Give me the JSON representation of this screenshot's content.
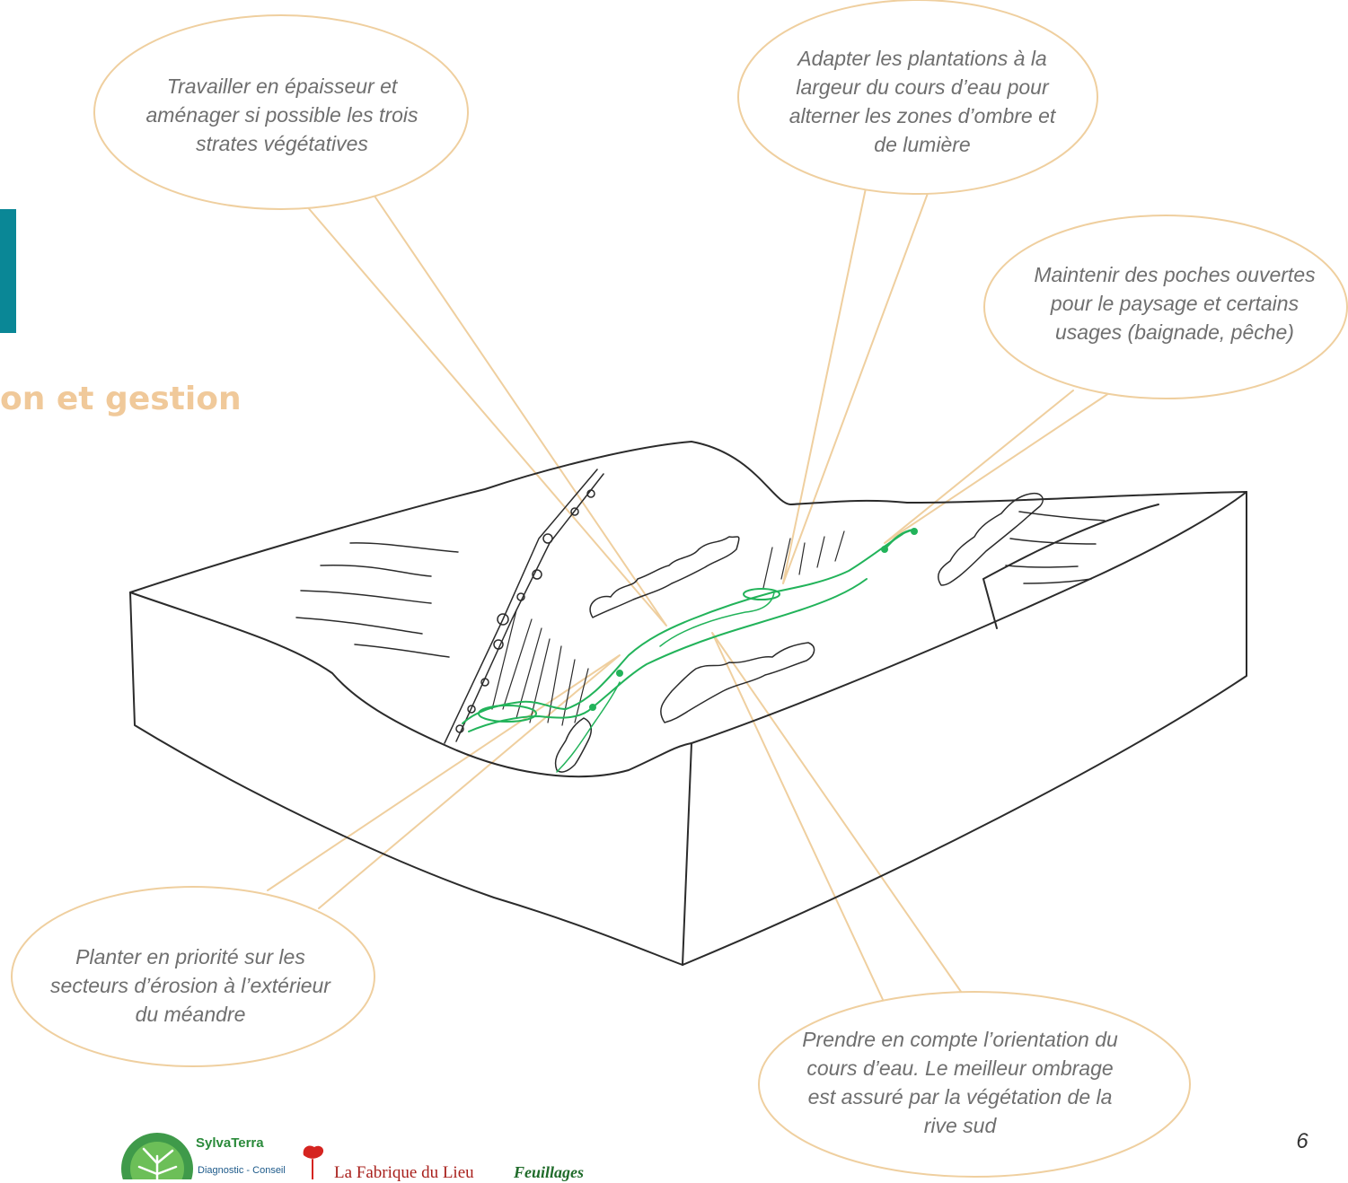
{
  "heading": "on et gestion",
  "callouts": {
    "strata": "Travailler en épaisseur et aménager si possible les trois strates végétatives",
    "plantings": "Adapter les plantations à la largeur du cours d’eau pour alterner les zones d’ombre et de lumière",
    "pockets": "Maintenir des poches ouvertes pour le paysage et certains usages (baignade, pêche)",
    "erosion": "Planter en priorité sur les secteurs d’érosion à l’extérieur du méandre",
    "orientation": "Prendre en compte l’orientation du cours d’eau. Le meilleur ombrage est assuré par la végétation de la rive sud"
  },
  "page_number": "6",
  "logos": {
    "sylvaterra_name": "SylvaTerra",
    "sylvaterra_sub": "Diagnostic - Conseil",
    "fabrique": "La Fabrique du Lieu",
    "feuillages": "Feuillages"
  },
  "colors": {
    "accent_tab": "#0a8796",
    "heading": "#f0c99a",
    "bubble_stroke": "#efcf9f",
    "callout_text": "#6f6f6f",
    "river_vegetation": "#22b35a"
  }
}
